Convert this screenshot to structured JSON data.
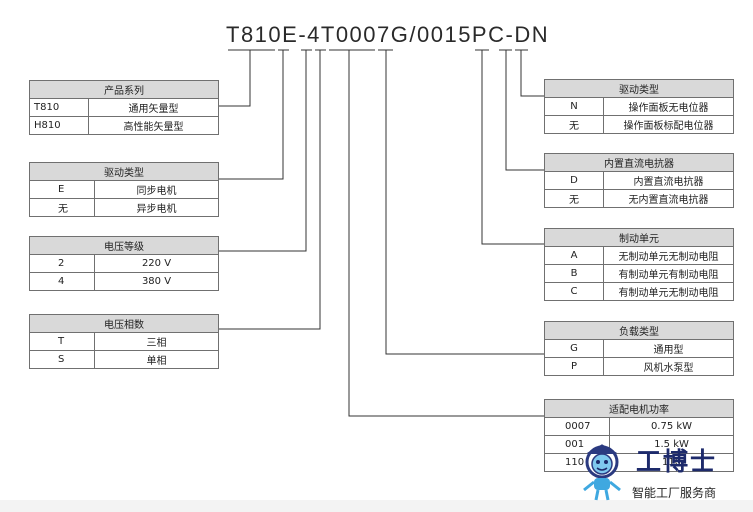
{
  "model_code": "T810E-4T0007G/0015PC-DN",
  "tables": {
    "series": {
      "title": "产品系列",
      "rows": [
        [
          "T810",
          "通用矢量型"
        ],
        [
          "H810",
          "高性能矢量型"
        ]
      ]
    },
    "drive": {
      "title": "驱动类型",
      "rows": [
        [
          "E",
          "同步电机"
        ],
        [
          "无",
          "异步电机"
        ]
      ]
    },
    "voltage": {
      "title": "电压等级",
      "rows": [
        [
          "2",
          "220 V"
        ],
        [
          "4",
          "380 V"
        ]
      ]
    },
    "phase": {
      "title": "电压相数",
      "rows": [
        [
          "T",
          "三相"
        ],
        [
          "S",
          "单相"
        ]
      ]
    },
    "panel": {
      "title": "驱动类型",
      "rows": [
        [
          "N",
          "操作面板无电位器"
        ],
        [
          "无",
          "操作面板标配电位器"
        ]
      ]
    },
    "reactor": {
      "title": "内置直流电抗器",
      "rows": [
        [
          "D",
          "内置直流电抗器"
        ],
        [
          "无",
          "无内置直流电抗器"
        ]
      ]
    },
    "brake": {
      "title": "制动单元",
      "rows": [
        [
          "A",
          "无制动单元无制动电阻"
        ],
        [
          "B",
          "有制动单元有制动电阻"
        ],
        [
          "C",
          "有制动单元无制动电阻"
        ]
      ]
    },
    "load": {
      "title": "负载类型",
      "rows": [
        [
          "G",
          "通用型"
        ],
        [
          "P",
          "风机水泵型"
        ]
      ]
    },
    "power": {
      "title": "适配电机功率",
      "rows": [
        [
          "0007",
          "0.75 kW"
        ],
        [
          "001",
          "1.5 kW"
        ],
        [
          "110",
          "110"
        ]
      ]
    }
  },
  "watermark": {
    "brand": "工博士",
    "tagline": "智能工厂服务商"
  }
}
